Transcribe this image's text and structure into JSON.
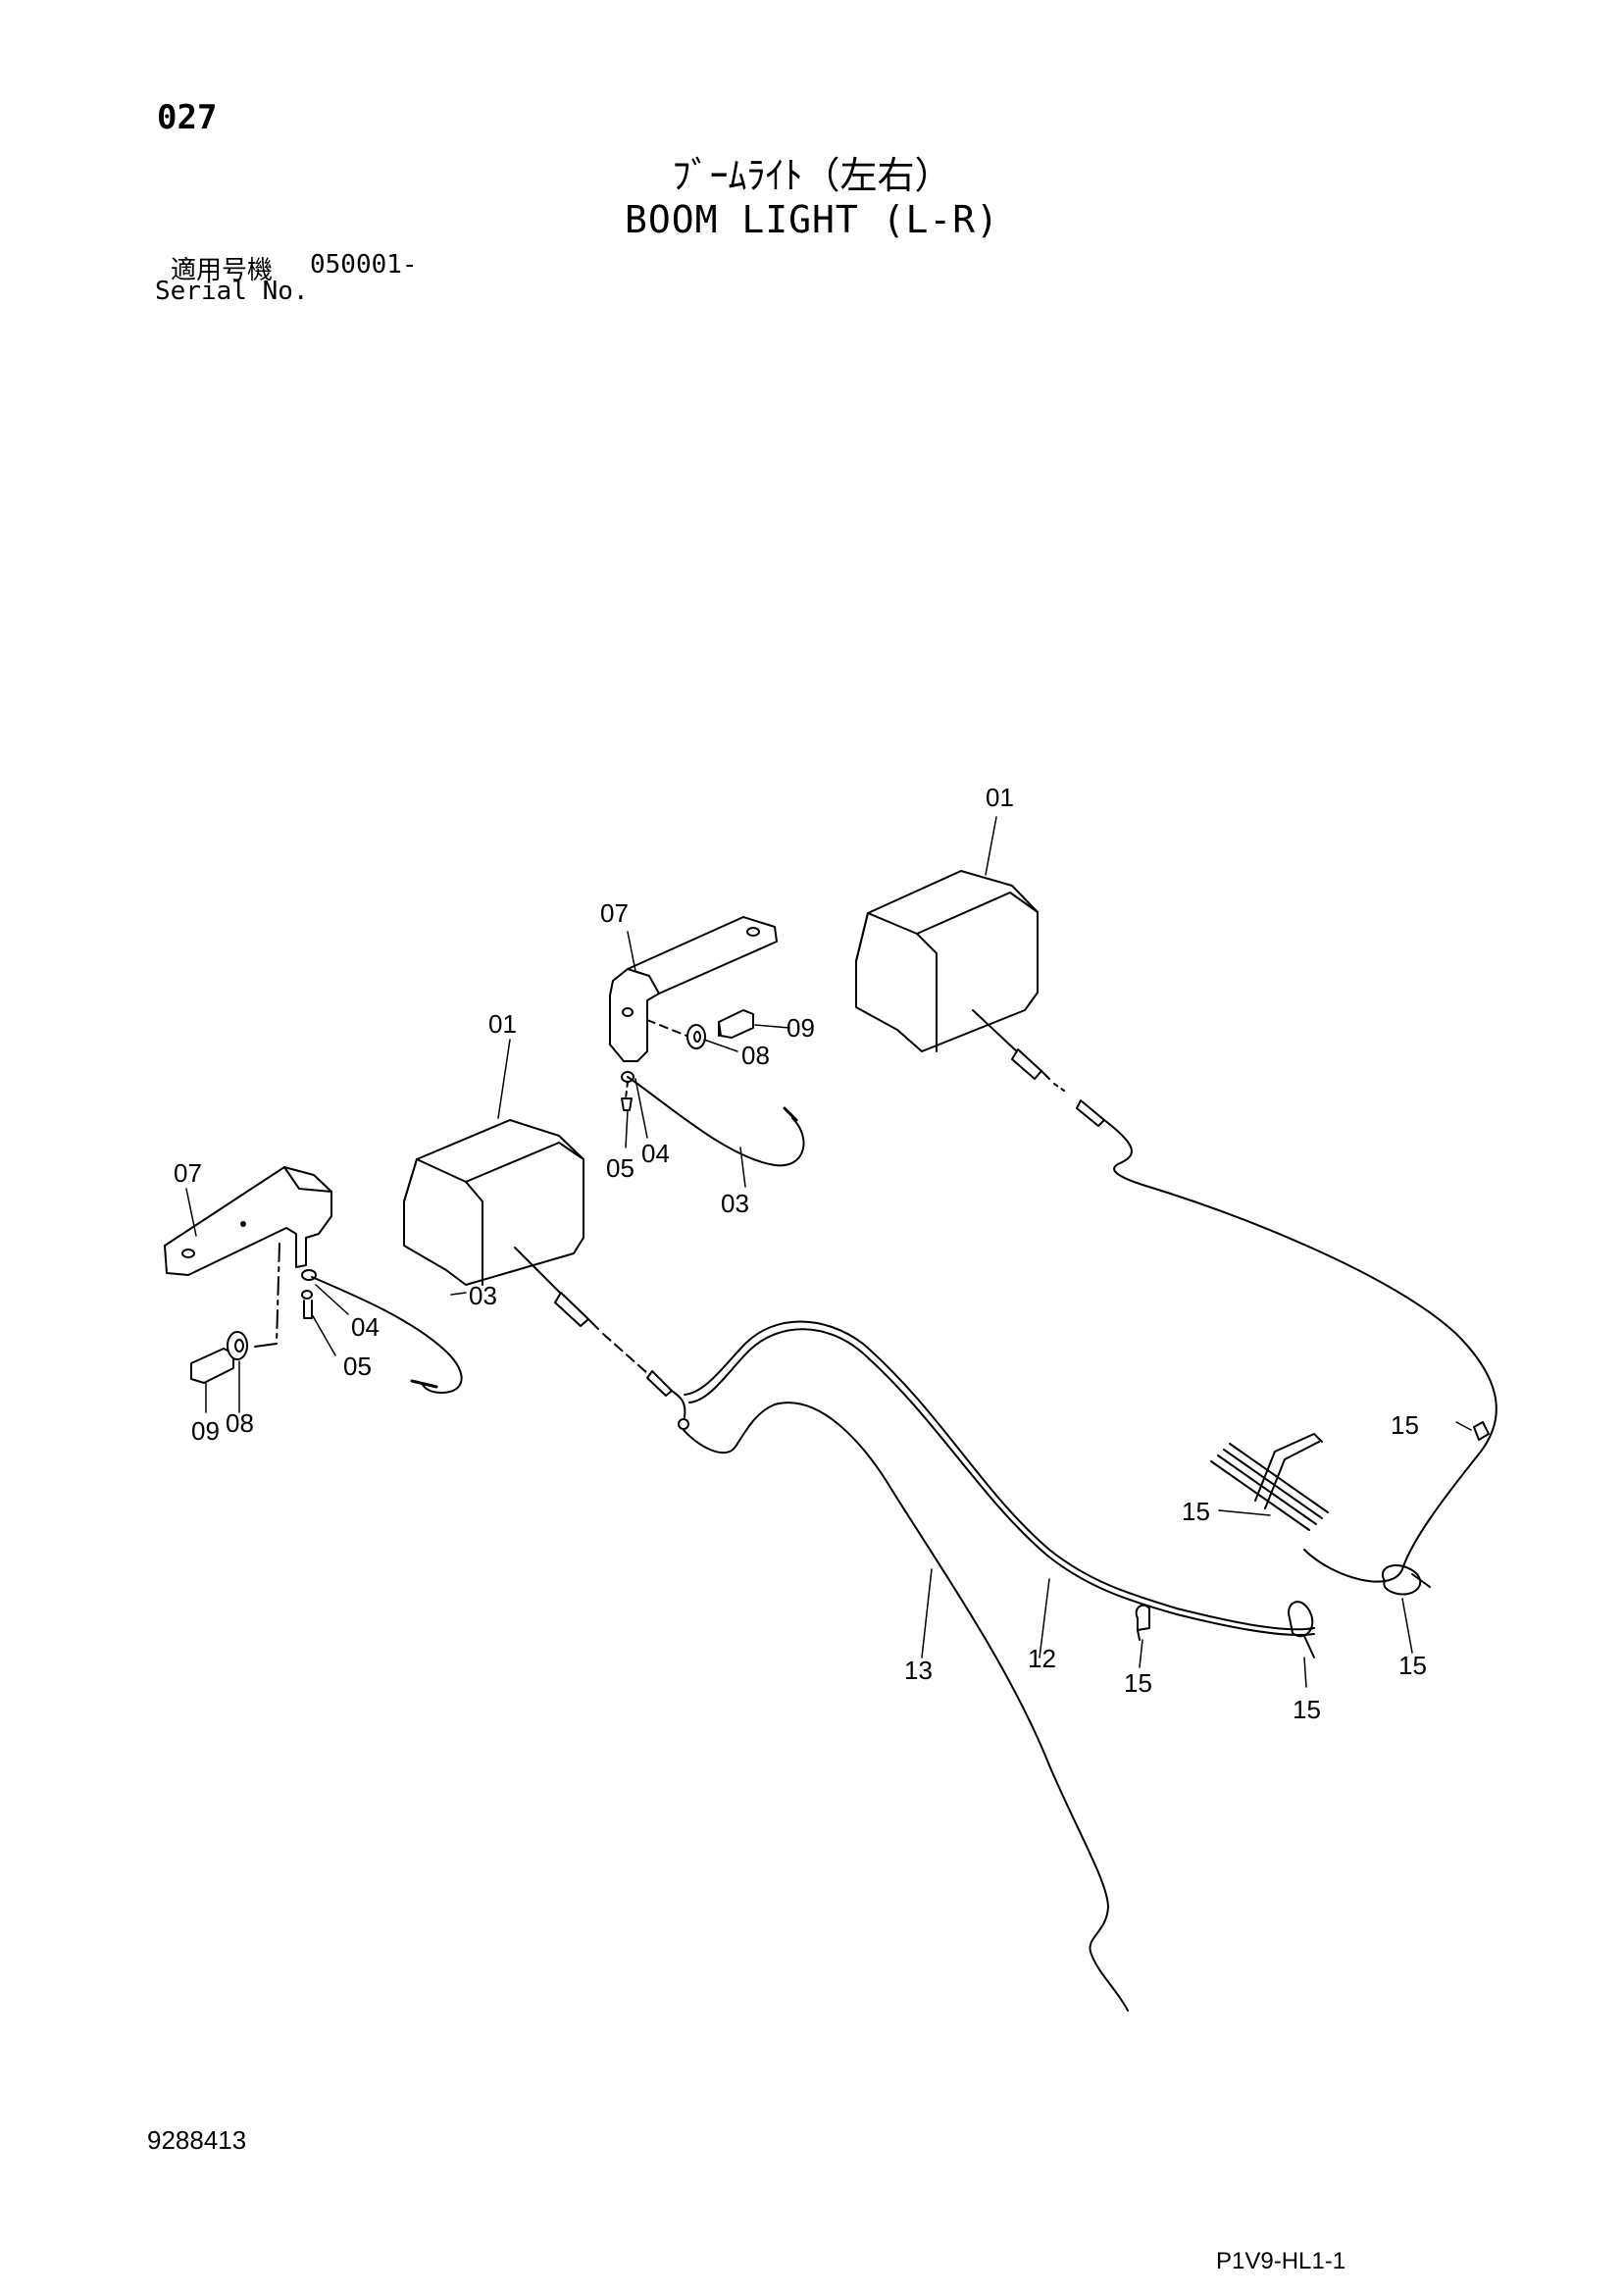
{
  "header": {
    "page_number": "027",
    "title_jp": "ﾌﾞｰﾑﾗｲﾄ（左右）",
    "title_en": "BOOM LIGHT (L-R)",
    "serial_label_jp": "適用号機",
    "serial_range": "050001-",
    "serial_label_en": "Serial No."
  },
  "labels": {
    "p01_right": "01",
    "p07_top": "07",
    "p09_top": "09",
    "p08_top": "08",
    "p01_left": "01",
    "p05_top": "05",
    "p04_top": "04",
    "p03_top": "03",
    "p07_left": "07",
    "p03_left": "03",
    "p04_left": "04",
    "p05_left": "05",
    "p09_left": "09",
    "p08_left": "08",
    "p15_a": "15",
    "p15_b": "15",
    "p13": "13",
    "p12": "12",
    "p15_c": "15",
    "p15_d": "15",
    "p15_e": "15"
  },
  "footer": {
    "doc_number": "9288413",
    "page_code": "P1V9-HL1-1"
  }
}
